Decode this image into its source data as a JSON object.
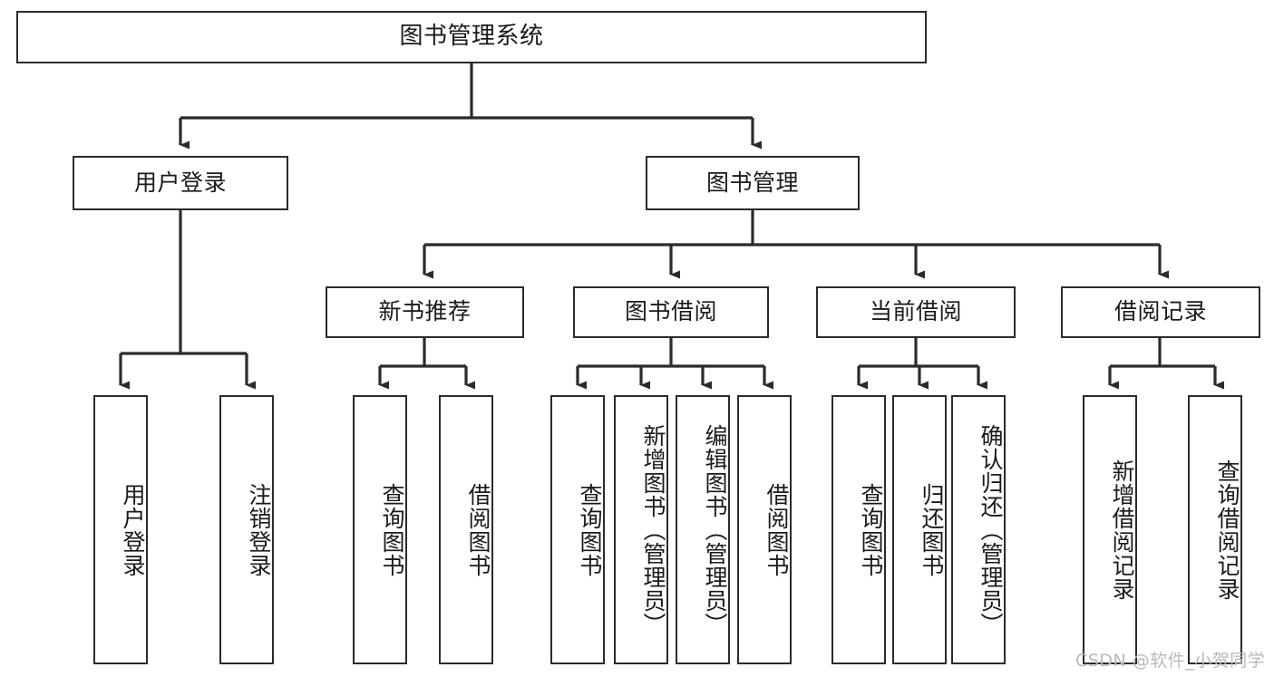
{
  "diagram": {
    "type": "tree-hierarchy-diagram",
    "title": "图书管理系统",
    "watermark": "CSDN @软件_小贺同学",
    "colors": {
      "stroke": "#2b2b2b",
      "fill": "#ffffff",
      "text": "#1a1a1a",
      "watermark": "#b9b9b9"
    }
  },
  "nodes": {
    "root": {
      "label": "图书管理系统"
    },
    "level1": [
      {
        "id": "user-login",
        "label": "用户登录"
      },
      {
        "id": "book-management",
        "label": "图书管理"
      }
    ],
    "level2": [
      {
        "id": "new-book-recommend",
        "label": "新书推荐"
      },
      {
        "id": "book-borrow",
        "label": "图书借阅"
      },
      {
        "id": "current-borrow",
        "label": "当前借阅"
      },
      {
        "id": "borrow-record",
        "label": "借阅记录"
      }
    ],
    "leaves": {
      "user_login": [
        {
          "id": "leaf-user-login",
          "label": "用户登录"
        },
        {
          "id": "leaf-logout-login",
          "label": "注销登录"
        }
      ],
      "new_book_recommend": [
        {
          "id": "leaf-query-book-1",
          "label": "查询图书"
        },
        {
          "id": "leaf-borrow-book-1",
          "label": "借阅图书"
        }
      ],
      "book_borrow": [
        {
          "id": "leaf-query-book-2",
          "label": "查询图书"
        },
        {
          "id": "leaf-add-book",
          "label": "新增图书（管理员）"
        },
        {
          "id": "leaf-edit-book",
          "label": "编辑图书（管理员）"
        },
        {
          "id": "leaf-borrow-book-2",
          "label": "借阅图书"
        }
      ],
      "current_borrow": [
        {
          "id": "leaf-query-book-3",
          "label": "查询图书"
        },
        {
          "id": "leaf-return-book",
          "label": "归还图书"
        },
        {
          "id": "leaf-confirm-return",
          "label": "确认归还（管理员）"
        }
      ],
      "borrow_record": [
        {
          "id": "leaf-add-record",
          "label": "新增借阅记录"
        },
        {
          "id": "leaf-query-record",
          "label": "查询借阅记录"
        }
      ]
    }
  }
}
